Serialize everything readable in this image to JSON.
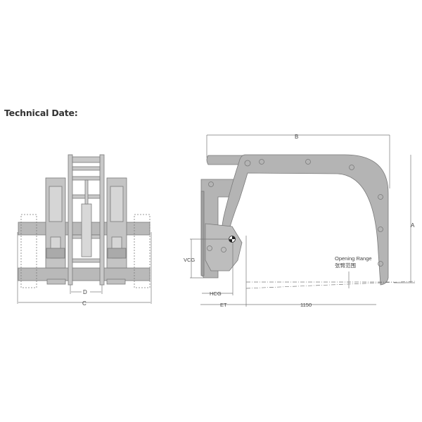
{
  "title": "Technical Date:",
  "front_view": {
    "dimensions": {
      "D": "D",
      "C": "C"
    }
  },
  "side_view": {
    "dimensions": {
      "B": "B",
      "A": "A",
      "VCG": "VCG",
      "HCG": "HCG",
      "ET": "ET",
      "jaw_length": "1150"
    },
    "annotation": {
      "line1": "Opening Range",
      "line2": "张臂范围"
    }
  },
  "colors": {
    "part_fill": "#b4b4b4",
    "part_stroke": "#7a7a7a",
    "dim_line": "#777777",
    "text": "#333333"
  }
}
